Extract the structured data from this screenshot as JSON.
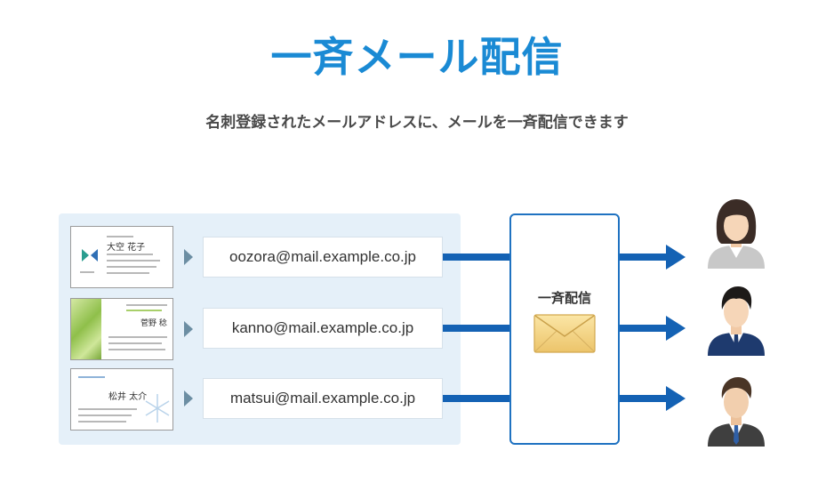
{
  "title": "一斉メール配信",
  "subtitle": "名刺登録されたメールアドレスに、メールを一斉配信できます",
  "cards": [
    {
      "name": "大空 花子"
    },
    {
      "name": "菅野 稔"
    },
    {
      "name": "松井 太介"
    }
  ],
  "emails": [
    "oozora@mail.example.co.jp",
    "kanno@mail.example.co.jp",
    "matsui@mail.example.co.jp"
  ],
  "center_label": "一斉配信",
  "icons": {
    "arrow": "chevron-right-icon",
    "envelope": "envelope-icon",
    "recipient": "person-icon"
  },
  "colors": {
    "title": "#1a8ad4",
    "arrow": "#1462b4",
    "panel": "#e5f0f9",
    "envelope": "#f3d484"
  }
}
